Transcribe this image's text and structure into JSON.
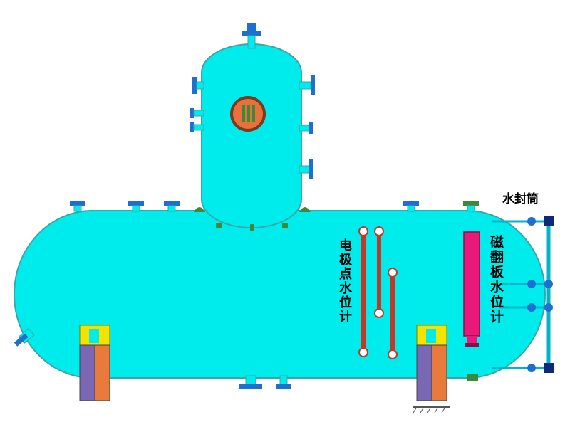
{
  "labels": {
    "water_seal": "水封筒",
    "electrode_gauge": "电极点水位计",
    "magnetic_gauge": "磁翻板水位计"
  },
  "colors": {
    "vessel": "#00ecec",
    "vessel_outline": "#3aa7a7",
    "nozzle": "#1d6fd0",
    "rod": "#c0392b",
    "magnetic": "#e8197b",
    "support_top": "#f2e300",
    "support_left": "#7b68b5",
    "support_right": "#e87a3c",
    "weld": "#3a8a3a",
    "sight_glass": "#e8703a"
  }
}
